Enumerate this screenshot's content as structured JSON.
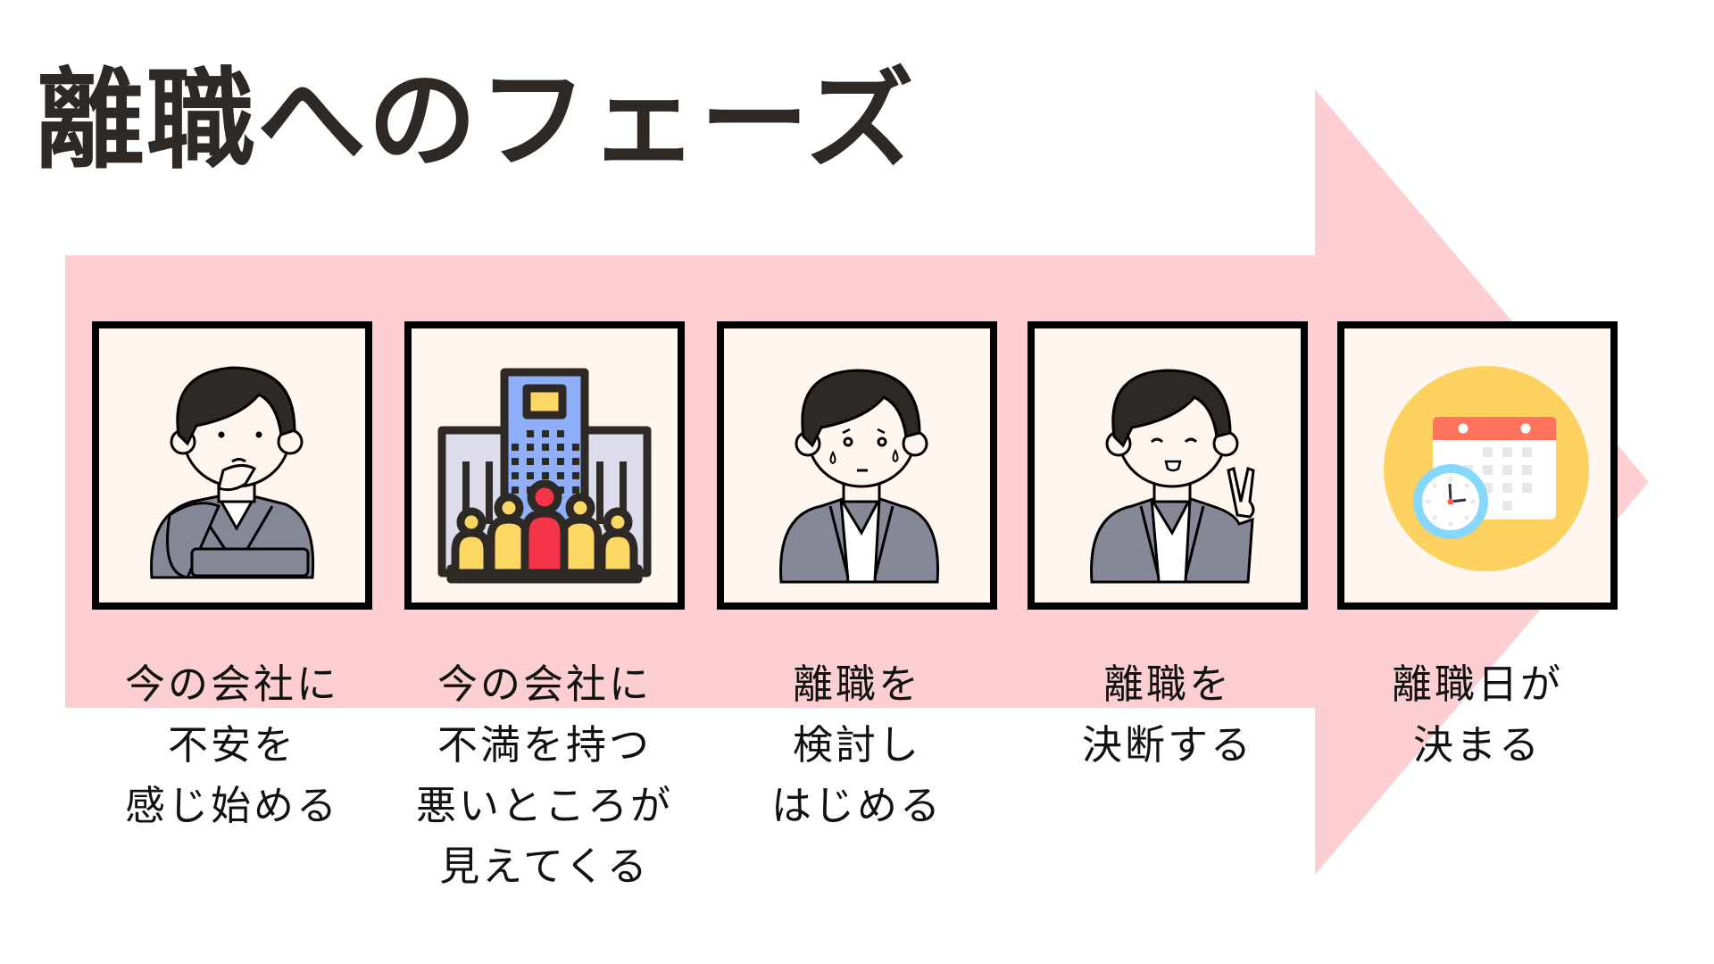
{
  "title": "離職へのフェーズ",
  "colors": {
    "arrow": "#fdcfd3",
    "box_fill": "#fff6f0",
    "box_border": "#000000",
    "title": "#2e2925",
    "suit": "#868898",
    "hair": "#2e2925",
    "building_main": "#8fb0f8",
    "building_side": "#dcdcec",
    "people_yellow": "#fdd864",
    "people_red": "#f5344a",
    "calendar_circle": "#fdd15f",
    "calendar_header": "#ff735c",
    "clock_ring": "#85d8fc"
  },
  "phases": [
    {
      "icon": "thinking-man-icon",
      "lines": [
        "今の会社に",
        "不安を",
        "感じ始める"
      ]
    },
    {
      "icon": "office-building-people-icon",
      "lines": [
        "今の会社に",
        "不満を持つ",
        "悪いところが",
        "見えてくる"
      ]
    },
    {
      "icon": "worried-man-icon",
      "lines": [
        "離職を",
        "検討し",
        "はじめる"
      ]
    },
    {
      "icon": "peace-sign-man-icon",
      "lines": [
        "離職を",
        "決断する"
      ]
    },
    {
      "icon": "calendar-clock-icon",
      "lines": [
        "離職日が",
        "決まる"
      ]
    }
  ]
}
